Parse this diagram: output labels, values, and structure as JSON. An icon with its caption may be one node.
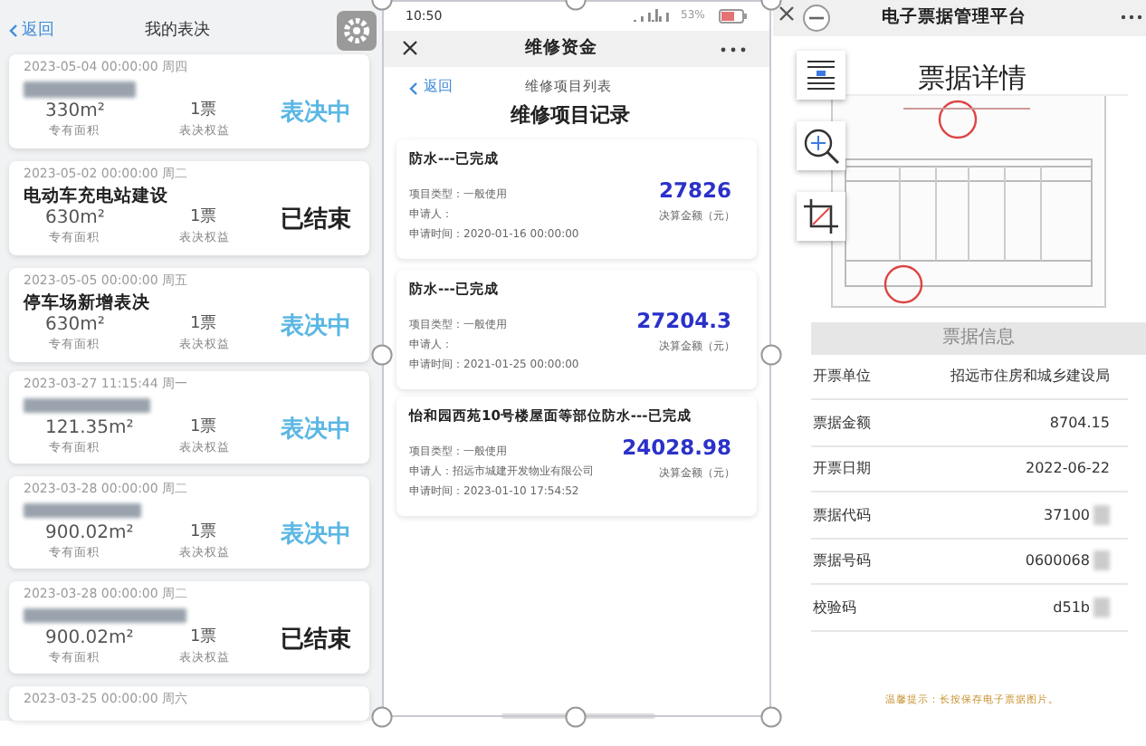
{
  "diagram": {
    "nodes": [
      {
        "text": [
          "返回",
          "我的表决"
        ]
      },
      {
        "text": [
          "2023-05-04 00:00:00  周四",
          "330m²",
          "专有面积",
          "1票",
          "表决权益",
          "表决中"
        ],
        "in": 0
      },
      {
        "text": [
          "2023-05-02 00:00:00  周二",
          "电动车充电站建设",
          "630m²",
          "专有面积",
          "1票",
          "表决权益",
          "已结束"
        ],
        "in": 0
      },
      {
        "text": [
          "2023-05-05 00:00:00  周五",
          "停车场新增表决",
          "630m²",
          "专有面积",
          "1票",
          "表决权益",
          "表决中"
        ],
        "in": 0
      },
      {
        "text": [
          "2023-03-27 11:15:44  周一",
          "121.35m²",
          "专有面积",
          "1票",
          "表决权益",
          "表决中"
        ],
        "in": 0
      },
      {
        "text": [
          "2023-03-28 00:00:00  周二",
          "900.02m²",
          "专有面积",
          "1票",
          "表决权益",
          "表决中"
        ],
        "in": 0
      },
      {
        "text": [
          "2023-03-28 00:00:00  周二",
          "900.02m²",
          "专有面积",
          "1票",
          "表决权益",
          "已结束"
        ],
        "in": 0
      },
      {
        "text": [
          "2023-03-25 00:00:00  周六"
        ],
        "in": 0
      },
      {
        "text": [
          "10:50",
          "53%",
          "维修资金",
          "返回",
          "维修项目列表",
          "维修项目记录"
        ]
      },
      {
        "text": [
          "防水---已完成",
          "项目类型：一般使用",
          "申请人：",
          "申请时间：2020-01-16 00:00:00",
          "27826",
          "决算金额（元）"
        ],
        "in": 8
      },
      {
        "text": [
          "防水---已完成",
          "项目类型：一般使用",
          "申请人：",
          "申请时间：2021-01-25 00:00:00",
          "27204.3",
          "决算金额（元）"
        ],
        "in": 8
      },
      {
        "text": [
          "怡和园西苑10号楼屋面等部位防水---已完成",
          "项目类型：一般使用",
          "申请人：招远市城建开发物业有限公司",
          "申请时间：2023-01-10 17:54:52",
          "24028.98",
          "决算金额（元）"
        ],
        "in": 8
      },
      {
        "text": [
          "电子票据管理平台",
          "票据详情",
          "票据信息",
          "温馨提示：长按保存电子票据图片。"
        ]
      },
      {
        "text": [],
        "shape": "picture",
        "in": 12
      }
    ],
    "labels": [
      "开票单位",
      "招远市住房和城乡建设局",
      "票据金额",
      "8704.15",
      "开票日期",
      "2022-06-22",
      "票据代码",
      "37100",
      "票据号码",
      "0600068",
      "校验码",
      "d51b"
    ]
  }
}
